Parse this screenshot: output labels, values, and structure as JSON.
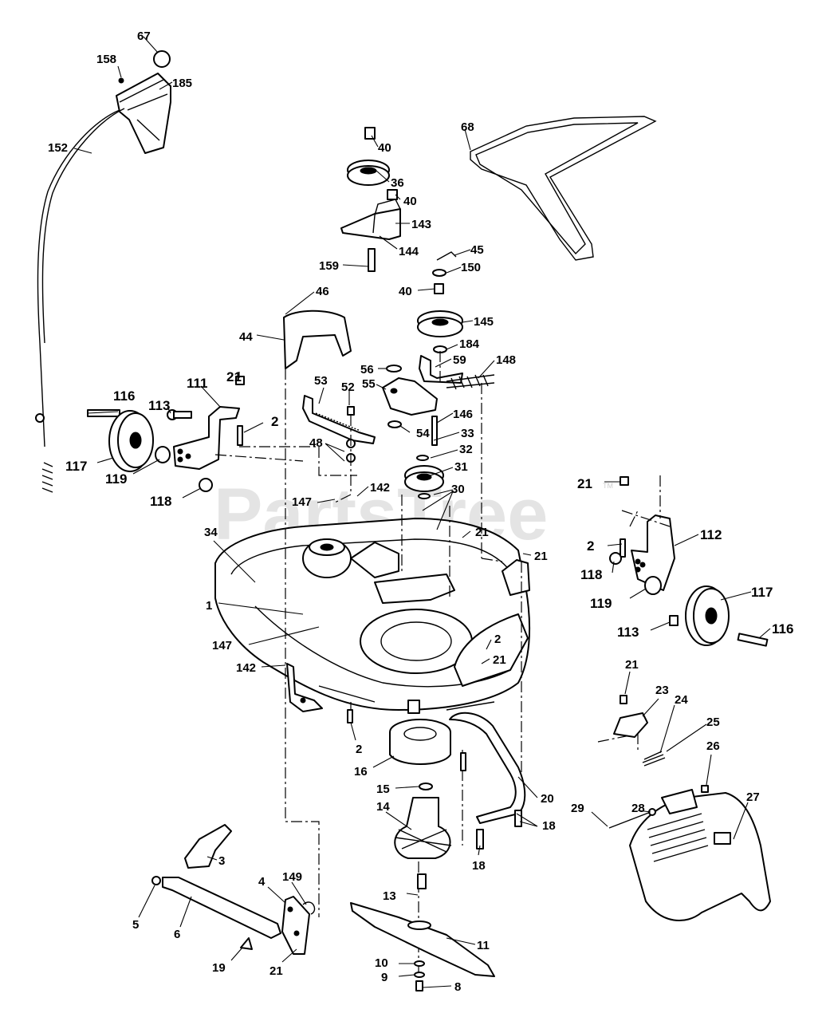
{
  "watermark": {
    "text": "PartsTree",
    "trademark": "TM"
  },
  "callouts": {
    "c67": "67",
    "c158": "158",
    "c185": "185",
    "c152": "152",
    "c40a": "40",
    "c36": "36",
    "c40b": "40",
    "c143": "143",
    "c144": "144",
    "c159": "159",
    "c68": "68",
    "c45": "45",
    "c150": "150",
    "c40c": "40",
    "c145": "145",
    "c184": "184",
    "c46": "46",
    "c44": "44",
    "c56": "56",
    "c59": "59",
    "c148": "148",
    "c55": "55",
    "c53": "53",
    "c52": "52",
    "c146": "146",
    "c54": "54",
    "c33": "33",
    "c32": "32",
    "c31": "31",
    "c30": "30",
    "c48": "48",
    "c116a": "116",
    "c113a": "113",
    "c111": "111",
    "c21a": "21",
    "c2a": "2",
    "c117a": "117",
    "c119a": "119",
    "c118a": "118",
    "c147a": "147",
    "c142a": "142",
    "c34": "34",
    "c21b": "21",
    "c21c": "21",
    "c21d": "21",
    "c112": "112",
    "c2b": "2",
    "c118b": "118",
    "c119b": "119",
    "c117b": "117",
    "c113b": "113",
    "c116b": "116",
    "c1": "1",
    "c147b": "147",
    "c2c": "2",
    "c21e": "21",
    "c142b": "142",
    "c2d": "2",
    "c16": "16",
    "c15": "15",
    "c14": "14",
    "c20": "20",
    "c18a": "18",
    "c18b": "18",
    "c21f": "21",
    "c23": "23",
    "c24": "24",
    "c25": "25",
    "c26": "26",
    "c27": "27",
    "c28": "28",
    "c29": "29",
    "c3": "3",
    "c4": "4",
    "c149": "149",
    "c5": "5",
    "c6": "6",
    "c19": "19",
    "c21g": "21",
    "c13": "13",
    "c11": "11",
    "c10": "10",
    "c9": "9",
    "c8": "8"
  }
}
